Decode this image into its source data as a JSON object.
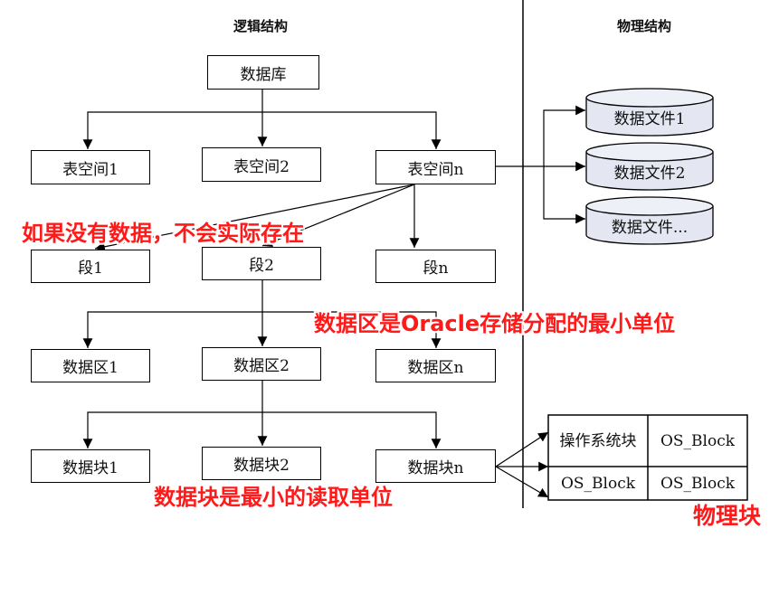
{
  "headers": {
    "logical": "逻辑结构",
    "physical": "物理结构"
  },
  "logical": {
    "database": "数据库",
    "tablespaces": [
      "表空间1",
      "表空间2",
      "表空间n"
    ],
    "segments": [
      "段1",
      "段2",
      "段n"
    ],
    "extents": [
      "数据区1",
      "数据区2",
      "数据区n"
    ],
    "blocks": [
      "数据块1",
      "数据块2",
      "数据块n"
    ]
  },
  "physical": {
    "datafiles": [
      "数据文件1",
      "数据文件2",
      "数据文件..."
    ],
    "os_blocks": {
      "top_left": "操作系统块",
      "top_right": "OS_Block",
      "bottom_left": "OS_Block",
      "bottom_right": "OS_Block"
    }
  },
  "annotations": {
    "segment_note": "如果没有数据，不会实际存在",
    "extent_note": "数据区是Oracle存储分配的最小单位",
    "block_note": "数据块是最小的读取单位",
    "physical_block_note": "物理块"
  },
  "colors": {
    "annotation": "#ff1a1a",
    "line": "#000000"
  }
}
